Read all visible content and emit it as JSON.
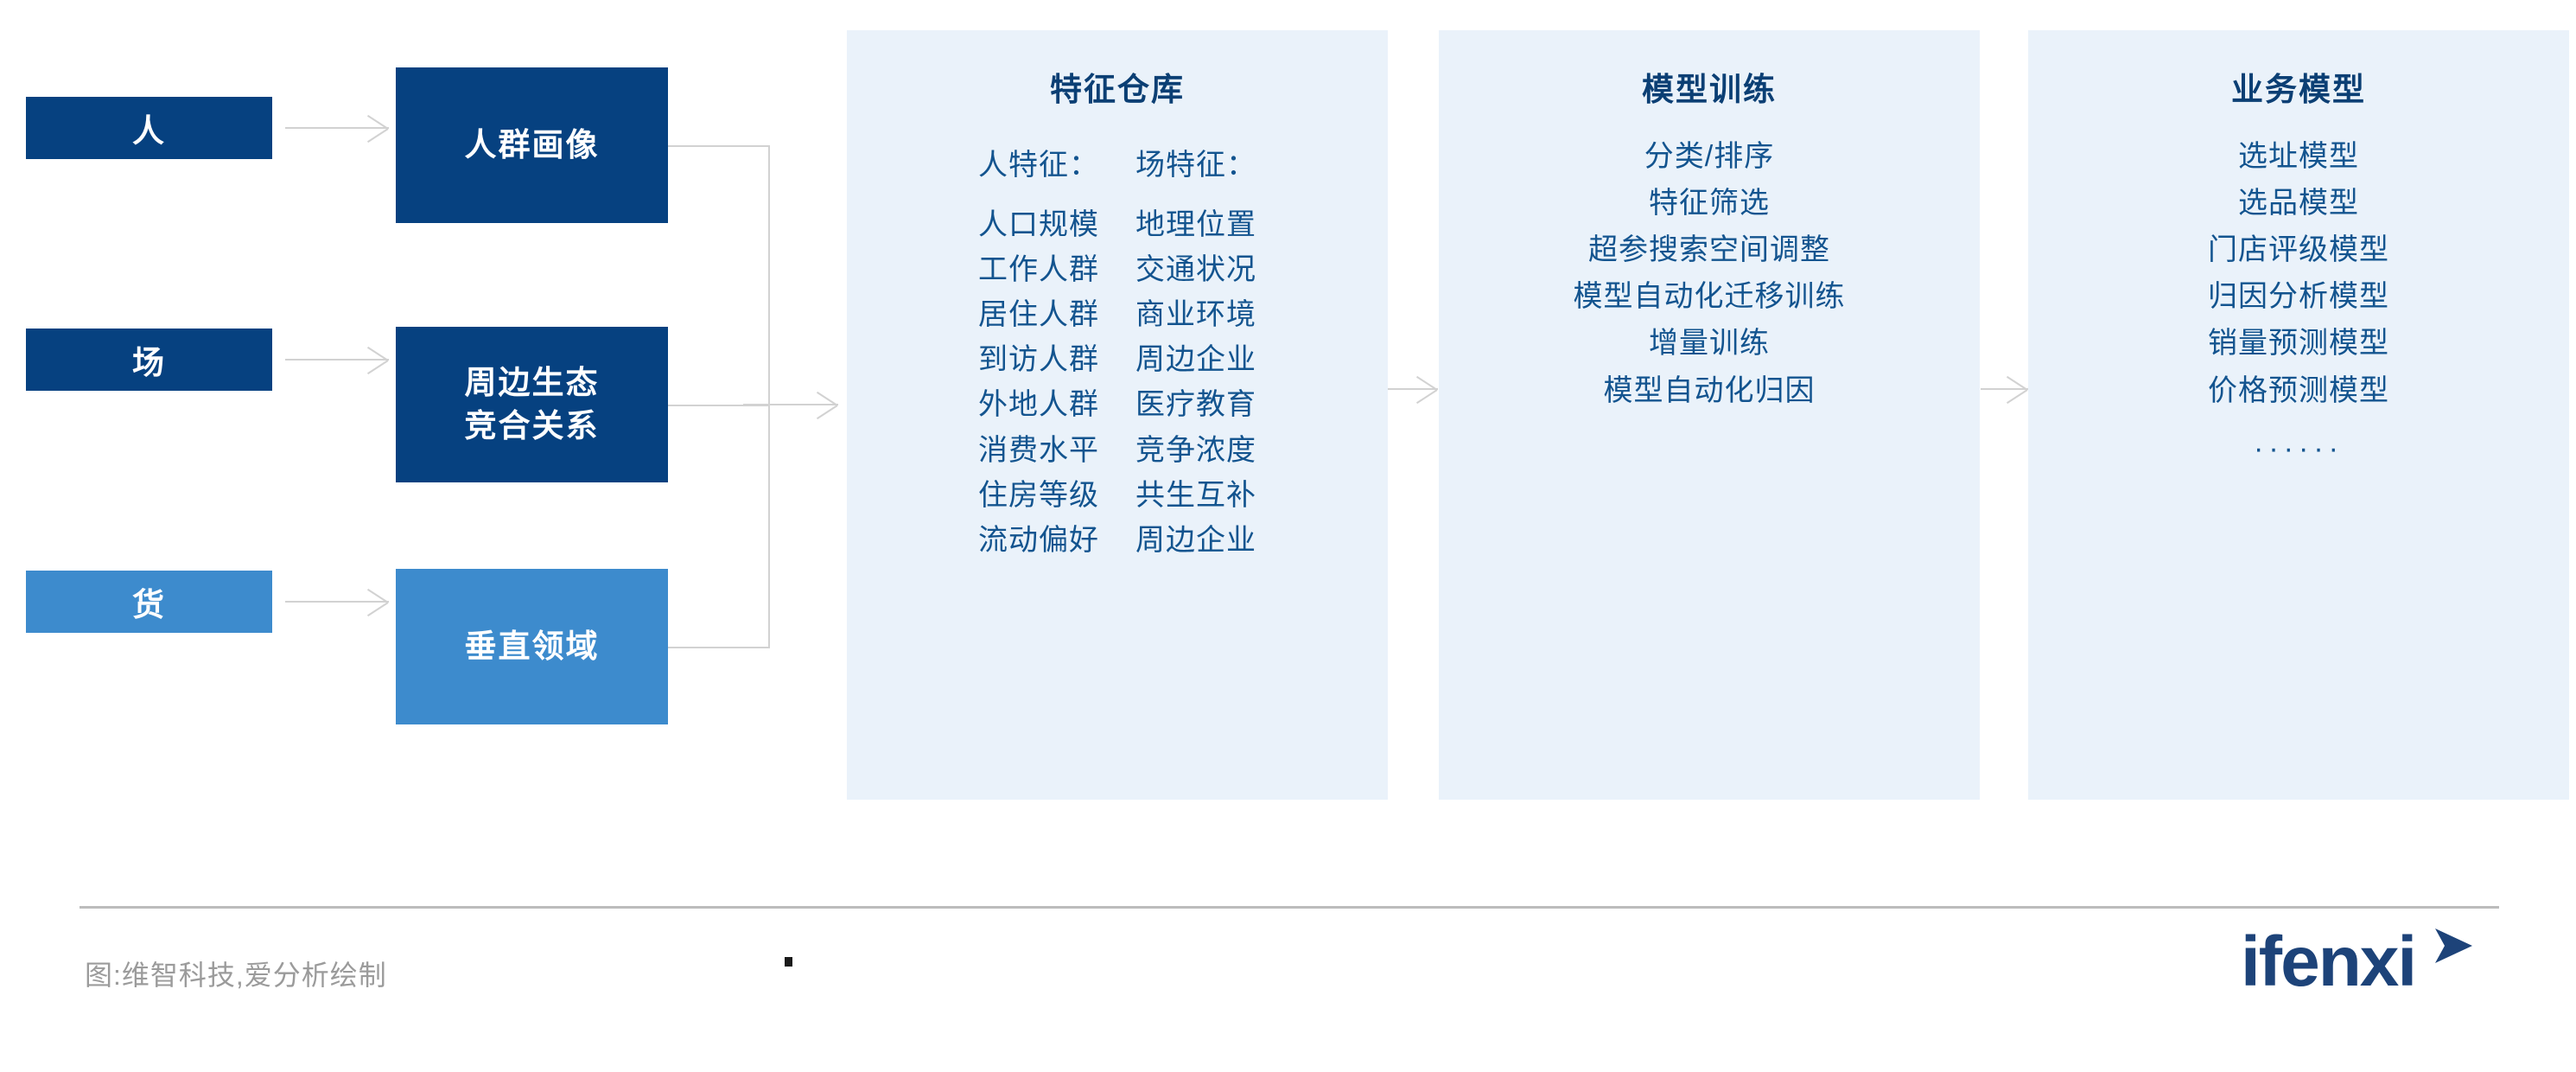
{
  "diagram": {
    "sources": [
      {
        "label": "人",
        "tone": "navy"
      },
      {
        "label": "场",
        "tone": "navy"
      },
      {
        "label": "货",
        "tone": "azure"
      }
    ],
    "stages": [
      {
        "label": "人群画像",
        "tone": "navy"
      },
      {
        "label": "周边生态\n竞合关系",
        "tone": "navy"
      },
      {
        "label": "垂直领域",
        "tone": "azure"
      }
    ],
    "panels": [
      {
        "title": "特征仓库",
        "columns": [
          {
            "head": "人特征：",
            "items": [
              "人口规模",
              "工作人群",
              "居住人群",
              "到访人群",
              "外地人群",
              "消费水平",
              "住房等级",
              "流动偏好"
            ]
          },
          {
            "head": "场特征：",
            "items": [
              "地理位置",
              "交通状况",
              "商业环境",
              "周边企业",
              "医疗教育",
              "竞争浓度",
              "共生互补",
              "周边企业"
            ]
          }
        ]
      },
      {
        "title": "模型训练",
        "items": [
          "分类/排序",
          "特征筛选",
          "超参搜索空间调整",
          "模型自动化迁移训练",
          "增量训练",
          "模型自动化归因"
        ]
      },
      {
        "title": "业务模型",
        "items": [
          "选址模型",
          "选品模型",
          "门店评级模型",
          "归因分析模型",
          "销量预测模型",
          "价格预测模型"
        ],
        "ellipsis": "······"
      }
    ]
  },
  "footer": {
    "credit": "图:维智科技,爱分析绘制",
    "logo_text": "ifenxi"
  },
  "colors": {
    "navy": "#064180",
    "azure": "#3d8bcd",
    "panel_bg": "#eaf2fa",
    "panel_text": "#13548f",
    "panel_title": "#0b3f74",
    "connector": "#d2d2d2",
    "divider": "#bcbcbc",
    "footer_text": "#9b9b9b",
    "logo": "#1d4379"
  }
}
